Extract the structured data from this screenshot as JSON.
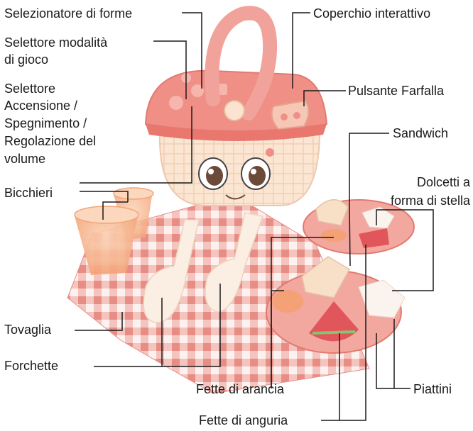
{
  "labels": {
    "shape_sorter": "Selezionatore di forme",
    "game_mode_l1": "Selettore modalità",
    "game_mode_l2": "di gioco",
    "power_l1": "Selettore",
    "power_l2": "Accensione /",
    "power_l3": "Spegnimento /",
    "power_l4": "Regolazione del",
    "power_l5": "volume",
    "cups": "Bicchieri",
    "tablecloth": "Tovaglia",
    "forks": "Forchette",
    "lid": "Coperchio interattivo",
    "butterfly": "Pulsante Farfalla",
    "sandwich": "Sandwich",
    "star_l1": "Dolcetti a",
    "star_l2": "forma di stella",
    "orange": "Fette di arancia",
    "watermelon": "Fette di anguria",
    "plates": "Piattini"
  },
  "colors": {
    "basket_pink": "#f08f86",
    "basket_body": "#fbe3cf",
    "checker_pink": "#f2b2ac",
    "cup_orange": "#f6b08a",
    "line": "#1a1a1a"
  }
}
